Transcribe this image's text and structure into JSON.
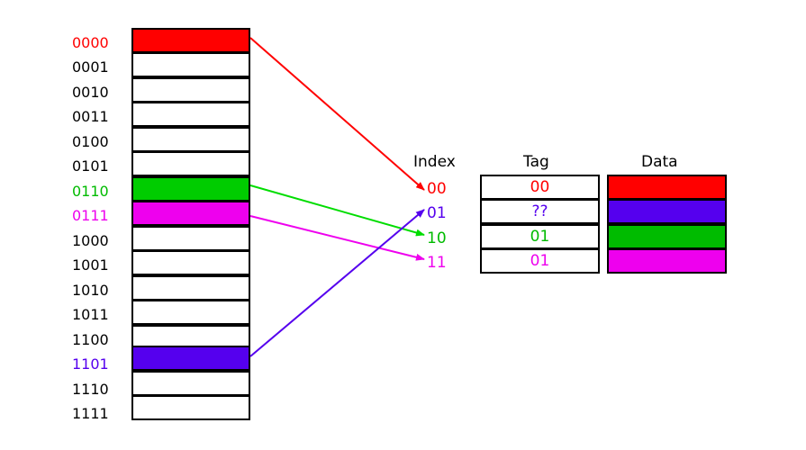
{
  "memory": {
    "addresses": [
      {
        "label": "0000",
        "color": "#ff0000",
        "fill": "#ff0000"
      },
      {
        "label": "0001",
        "color": "#000000",
        "fill": "#ffffff"
      },
      {
        "label": "0010",
        "color": "#000000",
        "fill": "#ffffff"
      },
      {
        "label": "0011",
        "color": "#000000",
        "fill": "#ffffff"
      },
      {
        "label": "0100",
        "color": "#000000",
        "fill": "#ffffff"
      },
      {
        "label": "0101",
        "color": "#000000",
        "fill": "#ffffff"
      },
      {
        "label": "0110",
        "color": "#00bb00",
        "fill": "#00cc00"
      },
      {
        "label": "0111",
        "color": "#ee00ee",
        "fill": "#ee00ee"
      },
      {
        "label": "1000",
        "color": "#000000",
        "fill": "#ffffff"
      },
      {
        "label": "1001",
        "color": "#000000",
        "fill": "#ffffff"
      },
      {
        "label": "1010",
        "color": "#000000",
        "fill": "#ffffff"
      },
      {
        "label": "1011",
        "color": "#000000",
        "fill": "#ffffff"
      },
      {
        "label": "1100",
        "color": "#000000",
        "fill": "#ffffff"
      },
      {
        "label": "1101",
        "color": "#5500ee",
        "fill": "#5500ee"
      },
      {
        "label": "1110",
        "color": "#000000",
        "fill": "#ffffff"
      },
      {
        "label": "1111",
        "color": "#000000",
        "fill": "#ffffff"
      }
    ]
  },
  "cache": {
    "headers": {
      "index": "Index",
      "tag": "Tag",
      "data": "Data"
    },
    "lines": [
      {
        "index": "00",
        "tag": "00",
        "color": "#ff0000"
      },
      {
        "index": "01",
        "tag": "??",
        "color": "#5500ee"
      },
      {
        "index": "10",
        "tag": "01",
        "color": "#00bb00"
      },
      {
        "index": "11",
        "tag": "01",
        "color": "#ee00ee"
      }
    ]
  },
  "mappings": [
    {
      "from_address": "0000",
      "to_index": "00",
      "color": "#ff0000"
    },
    {
      "from_address": "0110",
      "to_index": "10",
      "color": "#00dd00"
    },
    {
      "from_address": "0111",
      "to_index": "11",
      "color": "#ee00ee"
    },
    {
      "from_address": "1101",
      "to_index": "01",
      "color": "#5500ee"
    }
  ]
}
